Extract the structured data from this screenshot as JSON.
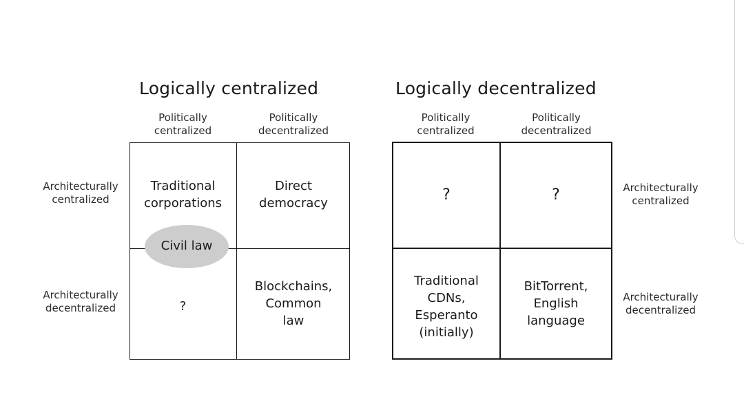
{
  "left_panel": {
    "title": "Logically centralized",
    "col_headers": [
      "Politically\ncentralized",
      "Politically\ndecentralized"
    ],
    "row_headers": [
      "Architecturally\ncentralized",
      "Architecturally\ndecentralized"
    ],
    "cells": [
      [
        "Traditional\ncorporations",
        "Direct\ndemocracy"
      ],
      [
        "?",
        "Blockchains,\nCommon\nlaw"
      ]
    ],
    "overlap_label": "Civil law"
  },
  "right_panel": {
    "title": "Logically decentralized",
    "col_headers": [
      "Politically\ncentralized",
      "Politically\ndecentralized"
    ],
    "row_headers": [
      "Architecturally\ncentralized",
      "Architecturally\ndecentralized"
    ],
    "cells": [
      [
        "?",
        "?"
      ],
      [
        "Traditional\nCDNs,\nEsperanto\n(initially)",
        "BitTorrent,\nEnglish\nlanguage"
      ]
    ]
  },
  "colors": {
    "line": "#1a1a1a",
    "ellipse": "#cdcdcd",
    "background": "#ffffff"
  }
}
